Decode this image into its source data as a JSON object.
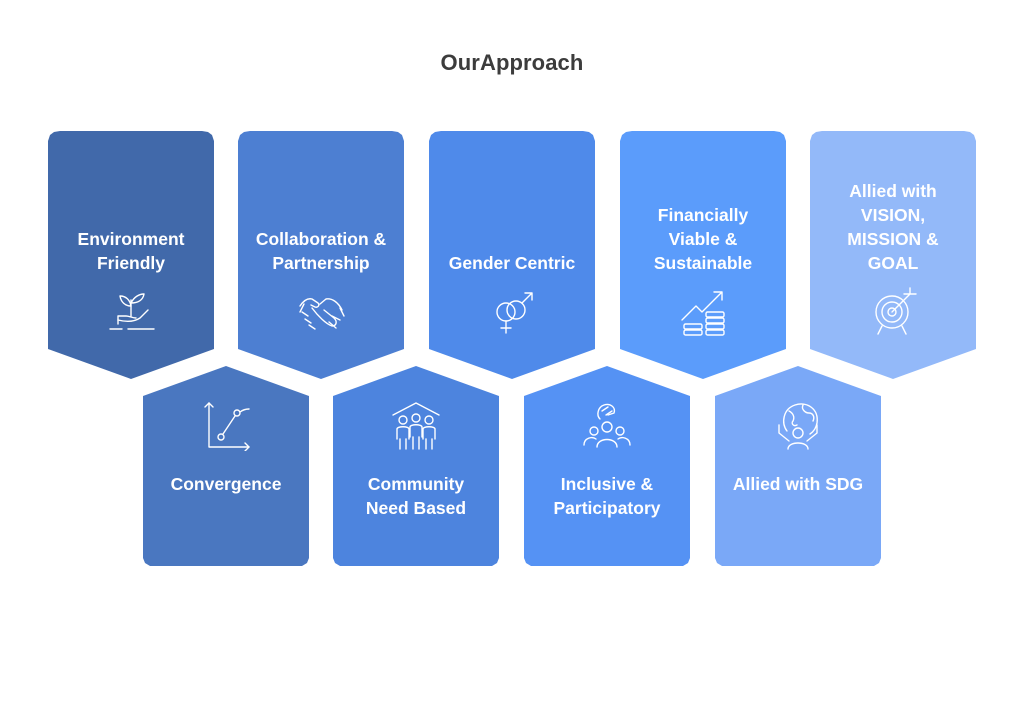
{
  "title": "OurApproach",
  "colors": {
    "tile_1": "#4169aa",
    "tile_2": "#4d7fd2",
    "tile_3": "#4f8aea",
    "tile_4": "#5b9cfb",
    "tile_5": "#93b9f9",
    "tile_6": "#4a77c0",
    "tile_7": "#4d84de",
    "tile_8": "#5592f4",
    "tile_9": "#7aa8f7"
  },
  "top_row": [
    {
      "lines": [
        "Environment",
        "Friendly"
      ],
      "icon": "plant-hand-icon"
    },
    {
      "lines": [
        "Collaboration &",
        "Partnership"
      ],
      "icon": "handshake-icon"
    },
    {
      "lines": [
        "Gender Centric"
      ],
      "icon": "gender-symbols-icon"
    },
    {
      "lines": [
        "Financially",
        "Viable &",
        "Sustainable"
      ],
      "icon": "growth-coins-icon"
    },
    {
      "lines": [
        "Allied with",
        "VISION,",
        "MISSION &",
        "GOAL"
      ],
      "icon": "target-arrow-icon"
    }
  ],
  "bottom_row": [
    {
      "lines": [
        "Convergence"
      ],
      "icon": "line-graph-icon"
    },
    {
      "lines": [
        "Community",
        "Need Based"
      ],
      "icon": "community-house-icon"
    },
    {
      "lines": [
        "Inclusive &",
        "Participatory"
      ],
      "icon": "people-group-icon"
    },
    {
      "lines": [
        "Allied with SDG"
      ],
      "icon": "globe-person-icon"
    }
  ]
}
